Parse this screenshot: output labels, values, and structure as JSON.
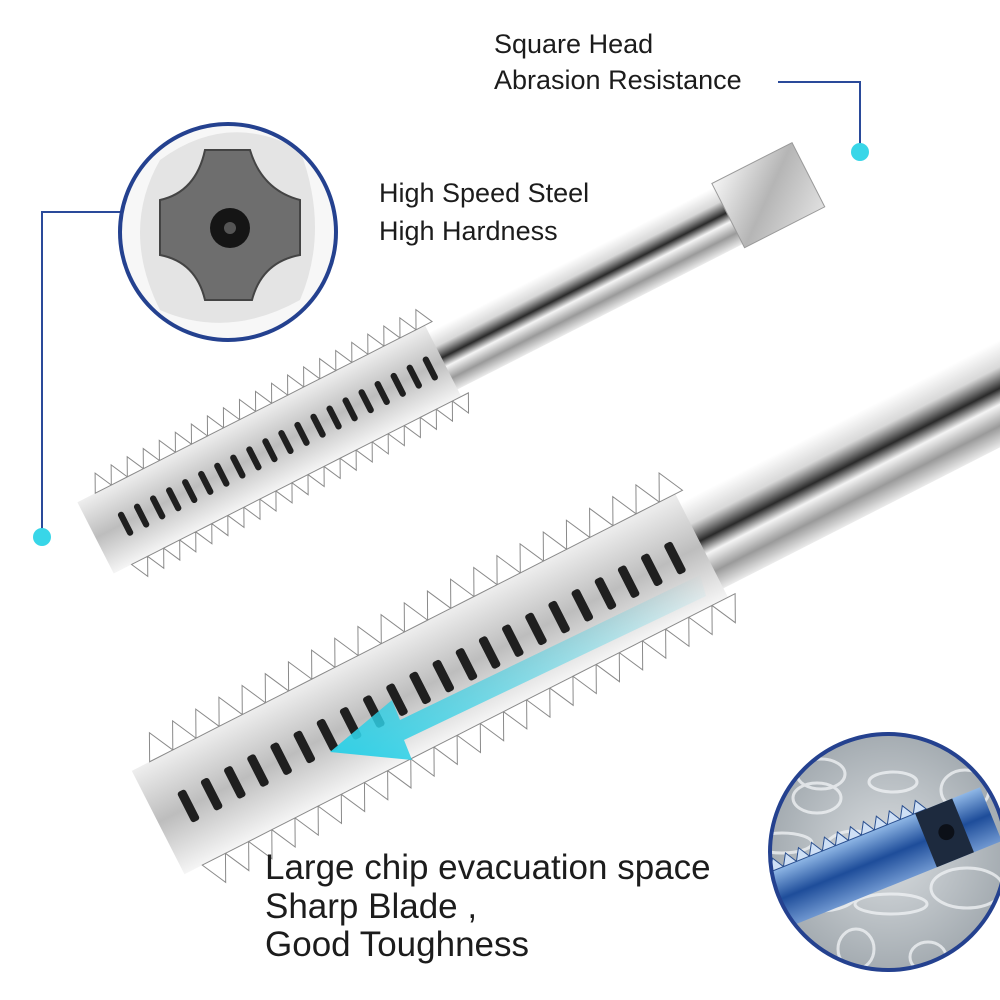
{
  "callouts": {
    "square_head": "Square Head",
    "abrasion_resistance": "Abrasion Resistance",
    "high_speed_steel": "High Speed Steel",
    "high_hardness": "High Hardness",
    "chip_evacuation": "Large chip evacuation space",
    "sharp_blade": "Sharp Blade ,",
    "good_toughness": "Good Toughness"
  },
  "colors": {
    "leader_line": "#2a4a9a",
    "dot": "#38d6e8",
    "arrow": "#2fd0e6",
    "steel_light": "#f2f2f2",
    "steel_dark": "#1e1e1e"
  },
  "icons": [
    "cross-section-magnifier",
    "metal-chips-magnifier",
    "chip-flow-arrow"
  ]
}
